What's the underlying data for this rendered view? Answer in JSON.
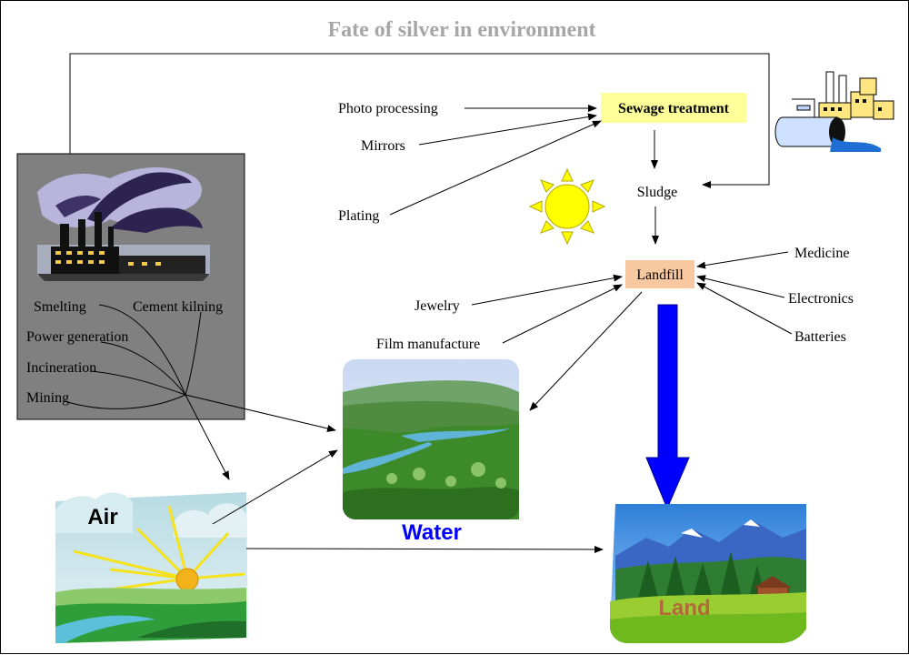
{
  "title": "Fate of silver in environment",
  "sources_right": [
    "Photo processing",
    "Mirrors",
    "Plating"
  ],
  "sewage": "Sewage treatment",
  "sludge": "Sludge",
  "landfill": "Landfill",
  "landfill_inputs_left": [
    "Jewelry",
    "Film manufacture"
  ],
  "landfill_inputs_right": [
    "Medicine",
    "Electronics",
    "Batteries"
  ],
  "industry_sources": [
    "Smelting",
    "Cement kilning",
    "Power generation",
    "Incineration",
    "Mining"
  ],
  "sinks": {
    "air": "Air",
    "water": "Water",
    "land": "Land"
  },
  "colors": {
    "sewage_fill": "#ffff99",
    "landfill_fill": "#f8c9a0",
    "water_label": "#0000ff",
    "land_label": "#b06a3a",
    "big_arrow": "#0000ff",
    "industry_panel": "#808080"
  }
}
